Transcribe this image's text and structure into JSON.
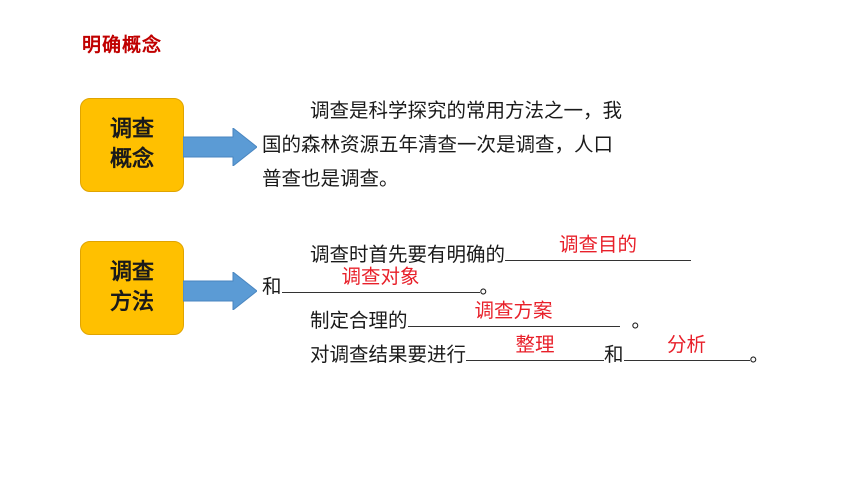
{
  "heading": "明确概念",
  "box1": {
    "line1": "调查",
    "line2": "概念"
  },
  "box2": {
    "line1": "调查",
    "line2": "方法"
  },
  "concept_text": {
    "line1": "调查是科学探究的常用方法之一，我",
    "line2": "国的森林资源五年清查一次是调查，人口",
    "line3": "普查也是调查。"
  },
  "method": {
    "row1_prefix": "调查时首先要有明确的",
    "answer1": "调查目的",
    "row2_prefix": "和",
    "answer2": "调查对象",
    "row2_suffix": "。",
    "row3_prefix": "制定合理的",
    "answer3": "调查方案",
    "row3_suffix": "。",
    "row4_prefix": "对调查结果要进行",
    "answer4": "整理",
    "row4_middle": "和",
    "answer5": "分析",
    "row4_suffix": "。"
  },
  "colors": {
    "heading": "#c00000",
    "box_fill": "#ffc000",
    "arrow_fill": "#5b9bd5",
    "answer": "#e8202a"
  }
}
